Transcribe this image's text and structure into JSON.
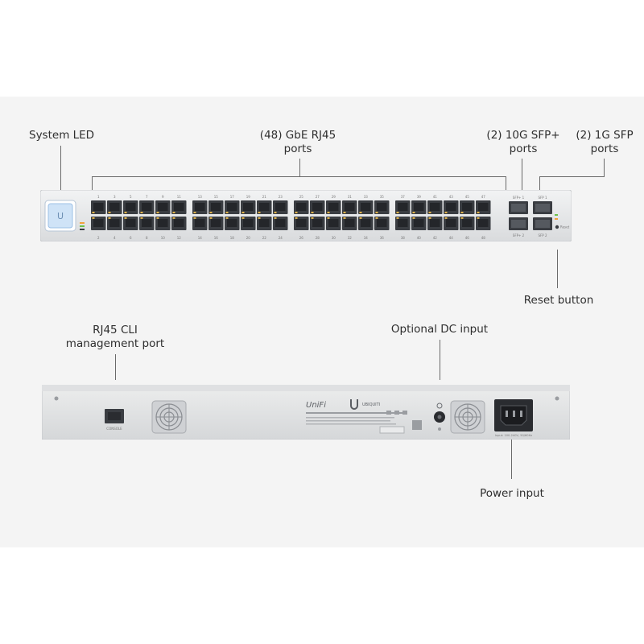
{
  "front_panel": {
    "callouts": {
      "system_led": "System LED",
      "rj45_ports_line1": "(48) GbE RJ45",
      "rj45_ports_line2": "ports",
      "sfp_plus_line1": "(2) 10G SFP+",
      "sfp_plus_line2": "ports",
      "sfp_line1": "(2) 1G SFP",
      "sfp_line2": "ports",
      "reset_button": "Reset button"
    },
    "port_numbers_top": [
      "1",
      "3",
      "5",
      "7",
      "9",
      "11",
      "13",
      "15",
      "17",
      "19",
      "21",
      "23",
      "25",
      "27",
      "29",
      "31",
      "33",
      "35",
      "37",
      "39",
      "41",
      "43",
      "45",
      "47"
    ],
    "port_numbers_bottom": [
      "2",
      "4",
      "6",
      "8",
      "10",
      "12",
      "14",
      "16",
      "18",
      "20",
      "22",
      "24",
      "26",
      "28",
      "30",
      "32",
      "34",
      "36",
      "38",
      "40",
      "42",
      "44",
      "46",
      "48"
    ],
    "sfp_plus_labels": [
      "SFP+ 1",
      "SFP+ 2"
    ],
    "sfp_labels": [
      "SFP 1",
      "SFP 2"
    ],
    "reset_label": "Reset"
  },
  "rear_panel": {
    "callouts": {
      "cli_line1": "RJ45 CLI",
      "cli_line2": "management port",
      "dc_input": "Optional DC input",
      "power_input": "Power input"
    },
    "console_label": "CONSOLE",
    "brand_logo": "UniFi",
    "vendor_logo": "UBIQUITI",
    "ac_rating": "Input: 100-240V, 50/60Hz"
  },
  "colors": {
    "chassis": "#e7e8ea",
    "port_frame": "#3a3d42",
    "led_button": "#cfe3f7",
    "lead_line": "#6a6a6a"
  }
}
